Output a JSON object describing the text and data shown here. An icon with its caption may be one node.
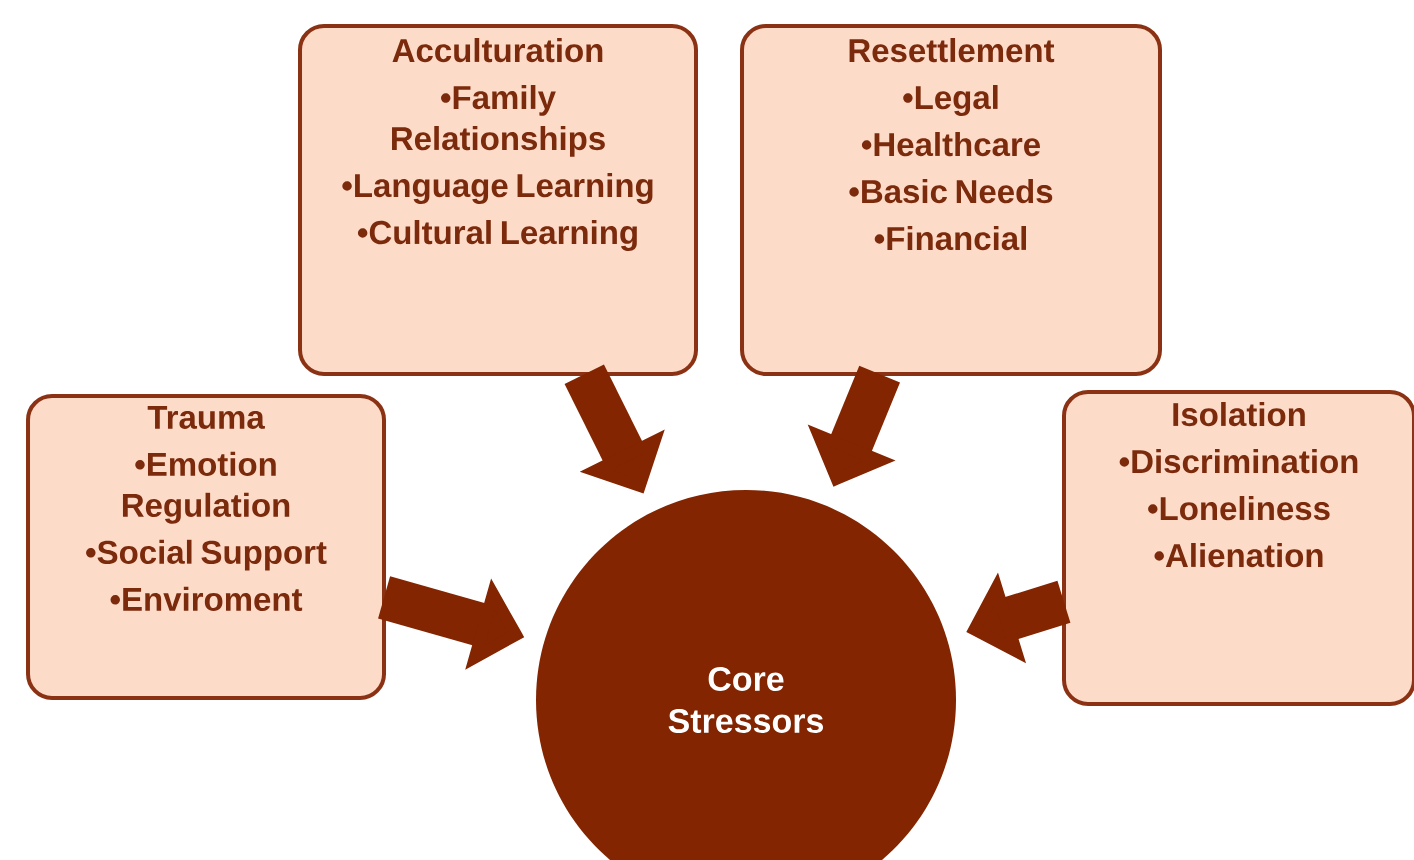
{
  "diagram": {
    "nodes": [
      {
        "text": [
          "Acculturation",
          "•Family Relationships",
          "•Language Learning",
          "•Cultural Learning"
        ]
      },
      {
        "text": [
          "Resettlement",
          "•Legal",
          "•Healthcare",
          "•Basic Needs",
          "•Financial"
        ]
      },
      {
        "text": [
          "Trauma",
          "•Emotion Regulation",
          "•Social Support",
          "•Enviroment"
        ]
      },
      {
        "text": [
          "Isolation",
          "•Discrimination",
          "•Loneliness",
          "•Alienation"
        ]
      },
      {
        "text": [
          "Core Stressors"
        ]
      }
    ],
    "edges": [
      {
        "from": 0,
        "to": 4,
        "arrow": "to"
      },
      {
        "from": 1,
        "to": 4,
        "arrow": "to"
      },
      {
        "from": 2,
        "to": 4,
        "arrow": "to"
      },
      {
        "from": 3,
        "to": 4,
        "arrow": "to"
      }
    ]
  }
}
